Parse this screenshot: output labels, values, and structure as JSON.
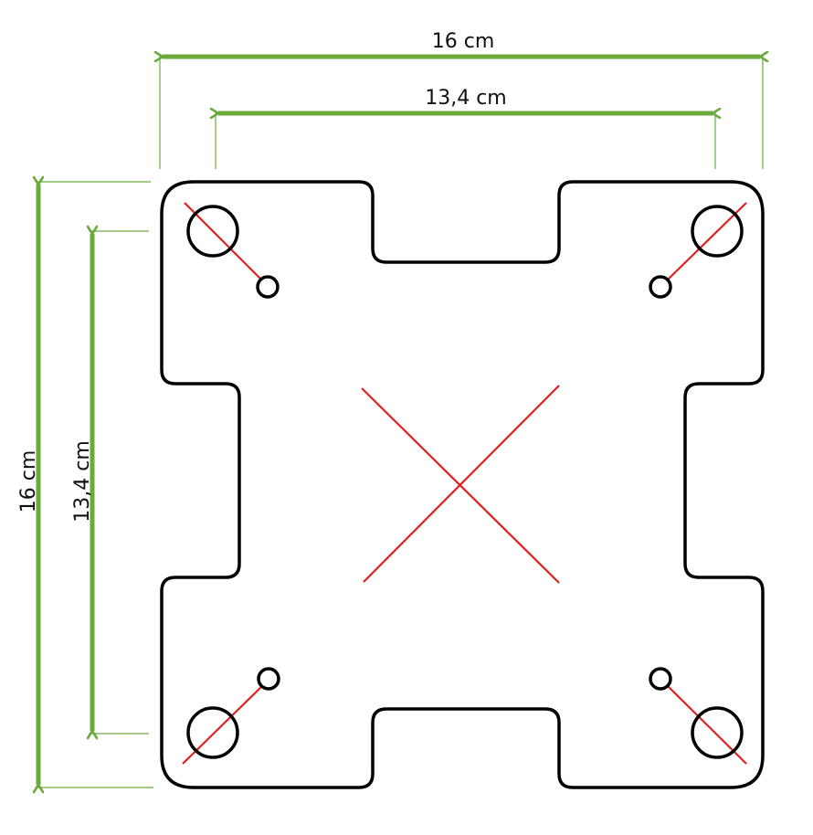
{
  "dimensions": {
    "outer_width": "16 cm",
    "hole_width": "13,4 cm",
    "outer_height": "16 cm",
    "hole_height": "13,4 cm"
  },
  "colors": {
    "dimension": "#6aaa3a",
    "outline": "#000000",
    "marking": "#e02020"
  }
}
